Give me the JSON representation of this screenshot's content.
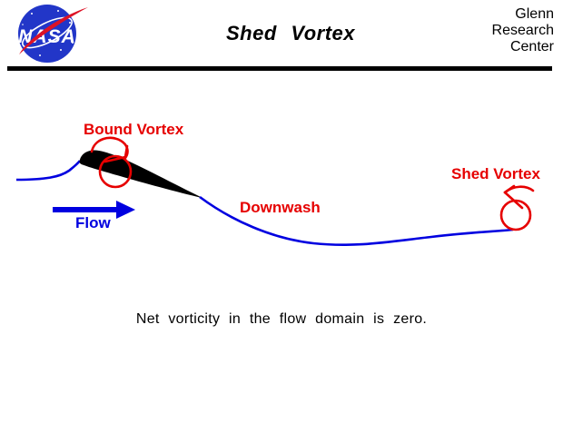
{
  "header": {
    "title": "Shed Vortex",
    "org_lines": [
      "Glenn",
      "Research",
      "Center"
    ],
    "logo": {
      "text": "NASA"
    }
  },
  "diagram": {
    "labels": {
      "bound_vortex": "Bound Vortex",
      "flow": "Flow",
      "downwash": "Downwash",
      "shed_vortex": "Shed Vortex"
    }
  },
  "caption": "Net vorticity in the flow domain is zero.",
  "colors": {
    "label_red": "#e60000",
    "flow_blue": "#0000e0",
    "airfoil_black": "#000000",
    "logo_blue": "#2236c8",
    "logo_red": "#dd1226",
    "background": "#ffffff"
  }
}
